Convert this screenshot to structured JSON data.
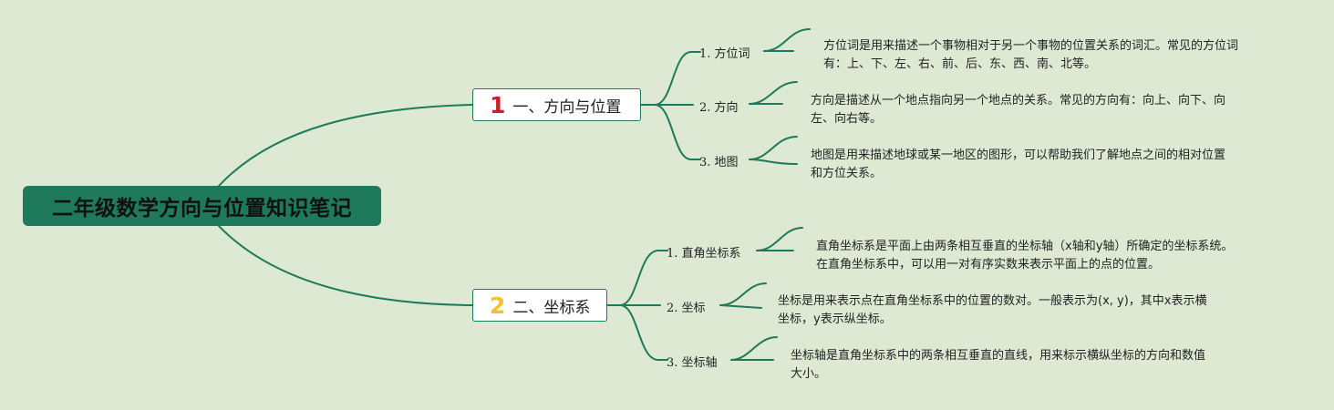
{
  "root": {
    "title": "二年级数学方向与位置知识笔记"
  },
  "branch1": {
    "number": "1",
    "number_color": "#c8202a",
    "title": "一、方向与位置",
    "items": [
      {
        "label": "1. 方位词",
        "desc_line1": "方位词是用来描述一个事物相对于另一个事物的位置关系的词汇。常见的方位词",
        "desc_line2": "有：上、下、左、右、前、后、东、西、南、北等。"
      },
      {
        "label": "2. 方向",
        "desc_line1": "方向是描述从一个地点指向另一个地点的关系。常见的方向有：向上、向下、向",
        "desc_line2": "左、向右等。"
      },
      {
        "label": "3. 地图",
        "desc_line1": "地图是用来描述地球或某一地区的图形，可以帮助我们了解地点之间的相对位置",
        "desc_line2": "和方位关系。"
      }
    ]
  },
  "branch2": {
    "number": "2",
    "number_color": "#f2c230",
    "title": "二、坐标系",
    "items": [
      {
        "label": "1. 直角坐标系",
        "desc_line1": "直角坐标系是平面上由两条相互垂直的坐标轴（x轴和y轴）所确定的坐标系统。",
        "desc_line2": "在直角坐标系中，可以用一对有序实数来表示平面上的点的位置。"
      },
      {
        "label": "2. 坐标",
        "desc_line1": "坐标是用来表示点在直角坐标系中的位置的数对。一般表示为(x, y)，其中x表示横",
        "desc_line2": "坐标，y表示纵坐标。"
      },
      {
        "label": "3. 坐标轴",
        "desc_line1": "坐标轴是直角坐标系中的两条相互垂直的直线，用来标示横纵坐标的方向和数值",
        "desc_line2": "大小。"
      }
    ]
  },
  "colors": {
    "line": "#1e7a5a",
    "background": "#dde9d3",
    "root_fill": "#1e7a5a"
  }
}
